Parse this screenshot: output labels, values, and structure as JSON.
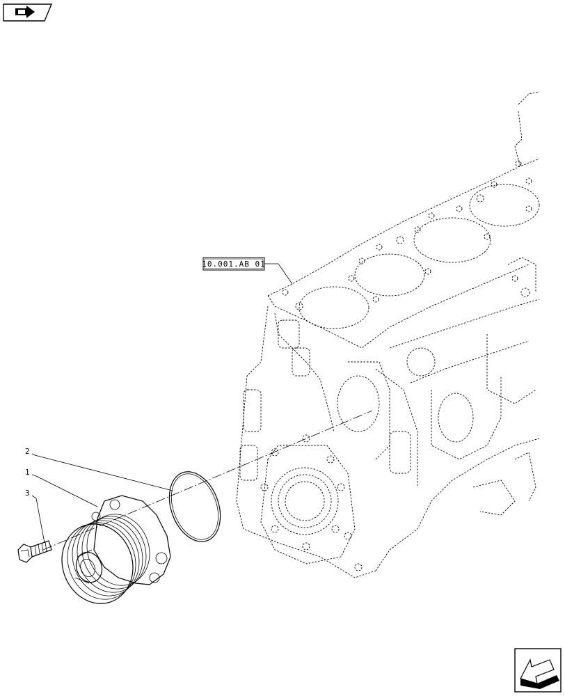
{
  "reference_box": {
    "label": "10.001.AB 01"
  },
  "callouts": [
    {
      "number": "2",
      "part": "o-ring"
    },
    {
      "number": "1",
      "part": "water-pump"
    },
    {
      "number": "3",
      "part": "flange-bolt"
    }
  ],
  "icons": {
    "top_left": "book-arrow-icon",
    "bottom_right": "back-arrow-icon"
  }
}
